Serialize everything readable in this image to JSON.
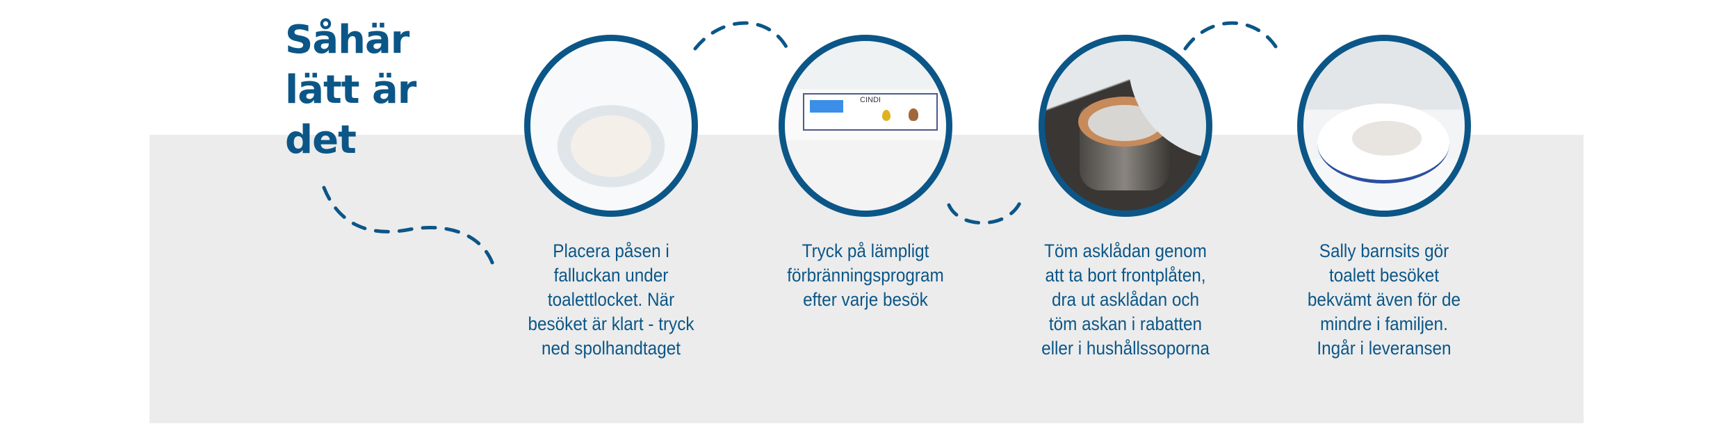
{
  "title": {
    "lines": [
      "Såhär",
      "lätt är",
      "det"
    ]
  },
  "colors": {
    "brand": "#0b5687",
    "panel": "#ececec"
  },
  "steps": [
    {
      "image": "toilet-with-bag-image",
      "lines": [
        "Placera påsen i",
        "falluckan under",
        "toalettlocket. När",
        "besöket är klart - tryck",
        "ned spolhandtaget"
      ]
    },
    {
      "image": "control-panel-image",
      "panel_brand": "CINDI",
      "lines": [
        "Tryck på lämpligt",
        "förbränningsprogram",
        "efter varje besök"
      ]
    },
    {
      "image": "ash-container-image",
      "lines": [
        "Töm asklådan genom",
        "att ta bort frontplåten,",
        "dra ut asklådan och",
        "töm askan i rabatten",
        "eller i hushållssoporna"
      ]
    },
    {
      "image": "child-seat-image",
      "lines": [
        "Sally barnsits gör",
        "toalett besöket",
        "bekvämt även för de",
        "mindre i familjen.",
        "Ingår i leveransen"
      ]
    }
  ]
}
